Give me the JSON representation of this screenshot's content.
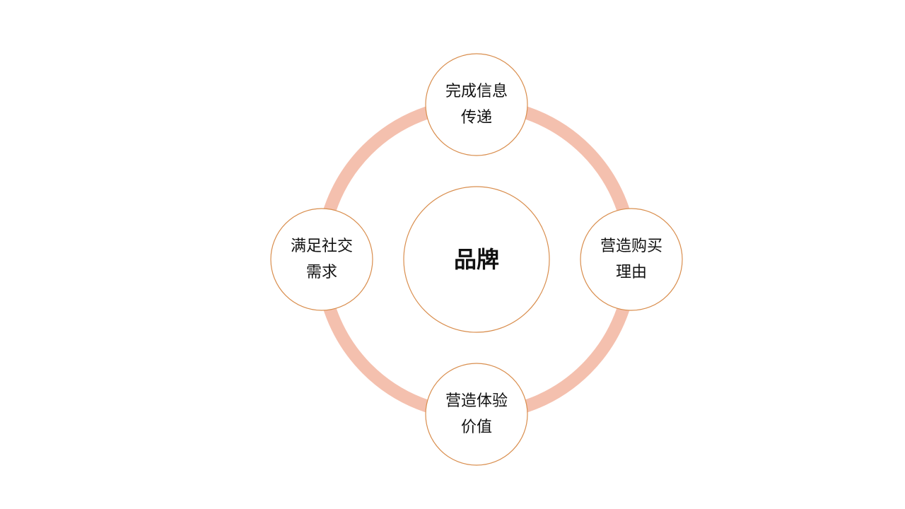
{
  "colors": {
    "ring": "#F4C0AE",
    "node_border": "#D98E4E",
    "text": "#111111"
  },
  "center": {
    "label": "品牌"
  },
  "nodes": [
    {
      "id": "top",
      "line1": "完成信息",
      "line2": "传递"
    },
    {
      "id": "right",
      "line1": "营造购买",
      "line2": "理由"
    },
    {
      "id": "bottom",
      "line1": "营造体验",
      "line2": "价值"
    },
    {
      "id": "left",
      "line1": "满足社交",
      "line2": "需求"
    }
  ]
}
